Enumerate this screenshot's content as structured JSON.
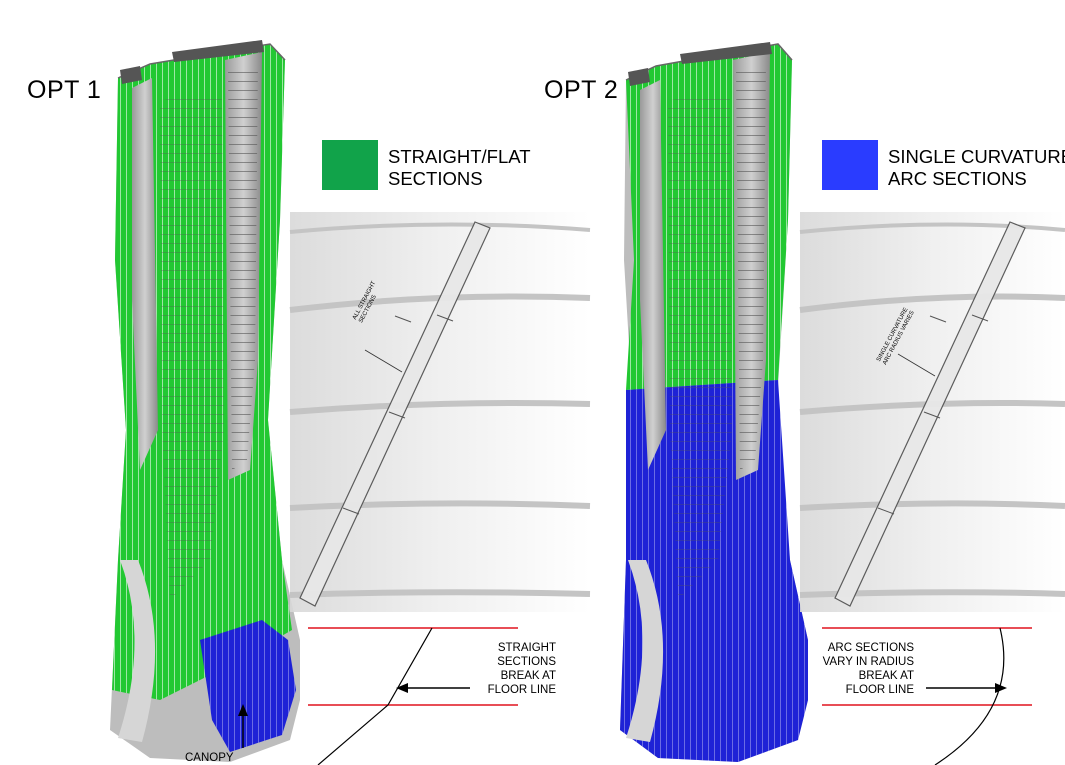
{
  "options": [
    {
      "title": "OPT 1",
      "legend": {
        "color": "#11a34a",
        "label": "STRAIGHT/FLAT\nSECTIONS"
      },
      "detail_label": "ALL STRAIGHT\nSECTIONS",
      "note": "STRAIGHT\nSECTIONS\nBREAK AT\nFLOOR LINE",
      "canopy_label": "CANOPY"
    },
    {
      "title": "OPT 2",
      "legend": {
        "color": "#2a3cff",
        "label": "SINGLE CURVATURE\nARC SECTIONS"
      },
      "detail_label": "SINGLE CURVATURE\nARC RADIUS VARIES",
      "note": "ARC SECTIONS\nVARY IN RADIUS\nBREAK AT\nFLOOR LINE"
    }
  ],
  "colors": {
    "panel_green": "#22c832",
    "panel_blue": "#1e22d6",
    "floor_line": "#e0141e"
  }
}
